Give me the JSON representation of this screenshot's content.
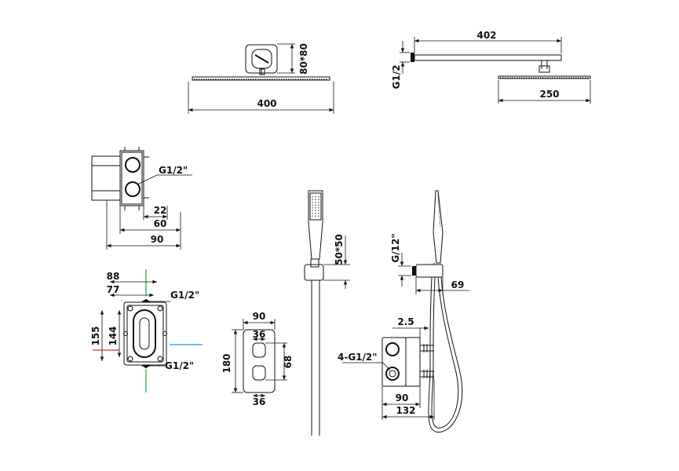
{
  "views": {
    "rain_front": {
      "width": "400",
      "plate": "80*80"
    },
    "rain_side": {
      "arm": "402",
      "thread": "G1/2",
      "head": "250"
    },
    "valve_side": {
      "thread": "G1/2\"",
      "d1": "22",
      "d2": "60",
      "d3": "90"
    },
    "valve_front": {
      "w1": "88",
      "w2": "77",
      "h1": "155",
      "h2": "144",
      "top_thread": "G1/2\"",
      "bottom_thread": "G1/2\""
    },
    "faceplate": {
      "width": "90",
      "height": "180",
      "knob_w_top": "36",
      "knob_w_bottom": "36",
      "pitch": "68"
    },
    "handshower": {
      "outlet": "50*50"
    },
    "hand_side": {
      "thread": "G/12\"",
      "offset": "69"
    },
    "assembly": {
      "gap": "2.5",
      "ports": "4-G1/2\"",
      "d1": "90",
      "d2": "132"
    }
  },
  "colors": {
    "line": "#111111",
    "hot": "#e0302a",
    "cold": "#1e90e0",
    "earth": "#1faa3a"
  }
}
